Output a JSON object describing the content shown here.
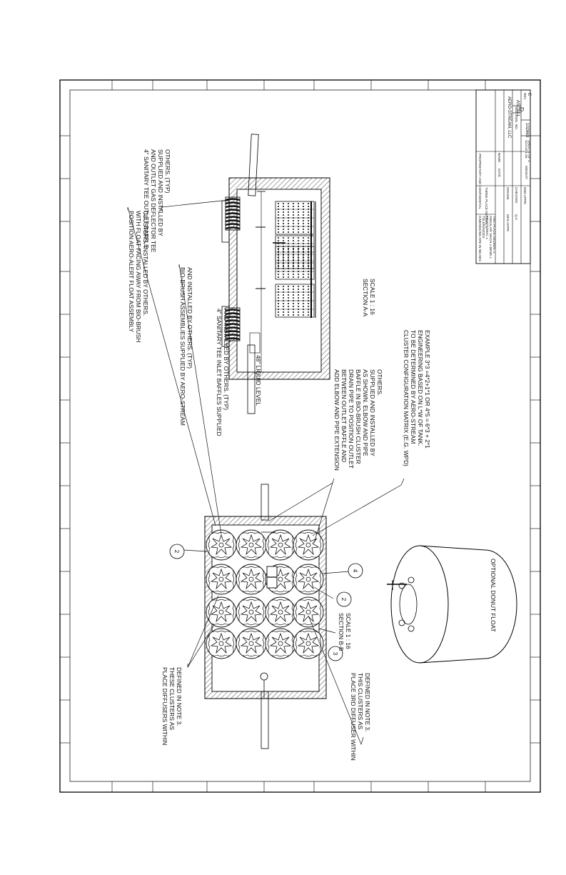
{
  "drawing": {
    "notes": {
      "float_assembly": [
        "POSITION AERO-ALERT FLOAT ASSEMBLY",
        "WITH FLOAT FACING AWAY FROM BIO-BRUSH",
        "CLUSTERS.  INSTALLED BY OTHERS."
      ],
      "bio_brush": [
        "BIO-BRUSH ASSEMBLIES SUPPLIED BY AERO-STREAM",
        "AND INSTALLED BY OTHERS.  (TYP)"
      ],
      "inlet_baffles": [
        "4\" SANITARY TEE INLET BAFFLES SUPPLIED",
        "AND INSTALLED BY OTHERS. (TYP)"
      ],
      "outlet_baffle": [
        "4\" SANITARY TEE OUTLET BAFFLE",
        "AND OUTLET GAS DEFLECTOR TEE",
        "SUPPLIED AND INSTALLED BY",
        "OTHERS. (TYP)"
      ],
      "elbow_pipe": [
        "ADD ELBOW AND PIPE EXTENSION",
        "BETWEEN OUTLET BAFFLE AND",
        "DRAIN PIPE TO POSITION OUTLET",
        "BAFFLE IN BIO-BRUSH CLUSTER",
        "AS SHOWN.  ELBOW AND PIPE",
        "SUPPLIED AND INSTALLED BY",
        "OTHERS."
      ],
      "cluster_matrix": [
        "CLUSTER CONFIGURATION MATRIX (E.G. WPD)",
        "TO BE DETERMINED BY AERO-STREAM",
        "ENGINEERING BASED ON L*W OF TANK.",
        "EXAMPLE 3*3 =4*2+1*1 OR 4*5 = 6*3 + 2*1"
      ],
      "place_diffusers": [
        "PLACE DIFFUSERS WITHIN",
        "THESE CLUSTERS AS",
        "DEFINED IN NOTE 3."
      ],
      "place_3rd": [
        "PLACE 3RD DIFFUSER WITHIN",
        "THIS CLUSTERS AS",
        "DEFINED IN NOTE 3."
      ]
    },
    "liquid_level": "48\" LIQUID LEVEL",
    "section_aa": {
      "title": "SECTION A-A",
      "scale": "SCALE 1 : 16"
    },
    "section_bb": {
      "title": "SECTION B-B",
      "scale": "SCALE 1 : 16"
    },
    "donut_float": "OPTIONAL DONUT FLOAT",
    "callouts": {
      "top_left": "2",
      "mid": "2",
      "three": "3",
      "four": "4"
    },
    "title_block": {
      "company": "AERO-STREAM, LLC",
      "title": "AS730-1",
      "size_label": "SIZE",
      "size": "D",
      "dwg_label": "DWG. NO.",
      "dwg_no": "102863",
      "rev_label": "REV",
      "rev": "C",
      "scale_label": "SCALE 1:16",
      "weight_label": "WEIGHT:",
      "sheet_label": "SHEET 1 OF 1",
      "rows": [
        "DIMENSIONS ARE IN INCHES",
        "TOLERANCES:",
        "FRACTIONAL ±",
        "ANGULAR: MACH ±  BEND ±",
        "TWO PLACE DECIMAL ±",
        "THREE PLACE DECIMAL ±"
      ],
      "cols": [
        "NAME",
        "DATE",
        "DRAWN",
        "CHECKED",
        "ENG APPR.",
        "MFG APPR.",
        "Q.A."
      ],
      "proprietary": "PROPRIETARY AND CONFIDENTIAL"
    }
  }
}
